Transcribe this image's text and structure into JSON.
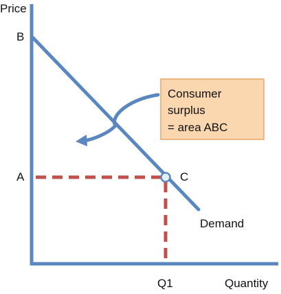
{
  "axes": {
    "y_label": "Price",
    "x_label": "Quantity"
  },
  "points": {
    "b_label": "B",
    "a_label": "A",
    "c_label": "C",
    "q1_label": "Q1"
  },
  "curve": {
    "label": "Demand"
  },
  "callout": {
    "line1": "Consumer",
    "line2": "surplus",
    "line3": "= area ABC"
  },
  "colors": {
    "axis_and_curve": "#5b87c0",
    "dashed_guides": "#c0504d",
    "callout_fill": "#fbd7b0",
    "callout_border": "#e8a66a"
  }
}
